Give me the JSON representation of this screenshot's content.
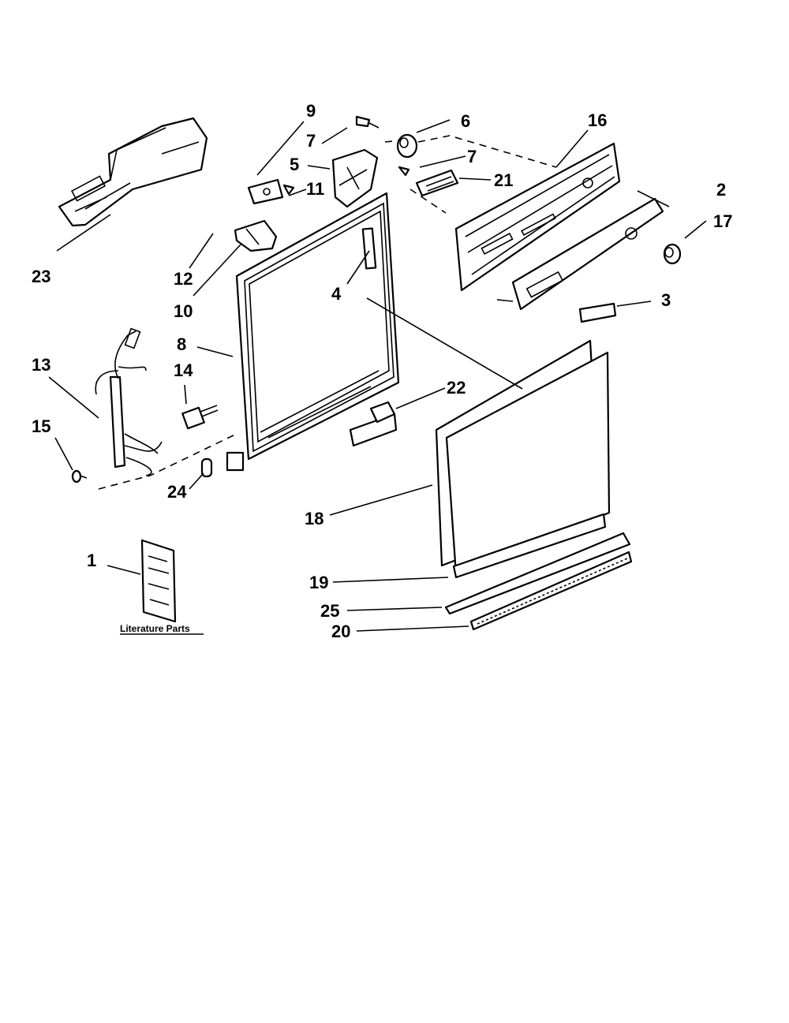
{
  "diagram": {
    "caption": "Literature Parts",
    "callouts": {
      "c1": "1",
      "c2": "2",
      "c3": "3",
      "c4": "4",
      "c5": "5",
      "c6": "6",
      "c7a": "7",
      "c7b": "7",
      "c8": "8",
      "c9": "9",
      "c10": "10",
      "c11": "11",
      "c12": "12",
      "c13": "13",
      "c14": "14",
      "c15": "15",
      "c16": "16",
      "c17": "17",
      "c18": "18",
      "c19": "19",
      "c20": "20",
      "c21": "21",
      "c22": "22",
      "c23": "23",
      "c24": "24",
      "c25": "25"
    }
  }
}
